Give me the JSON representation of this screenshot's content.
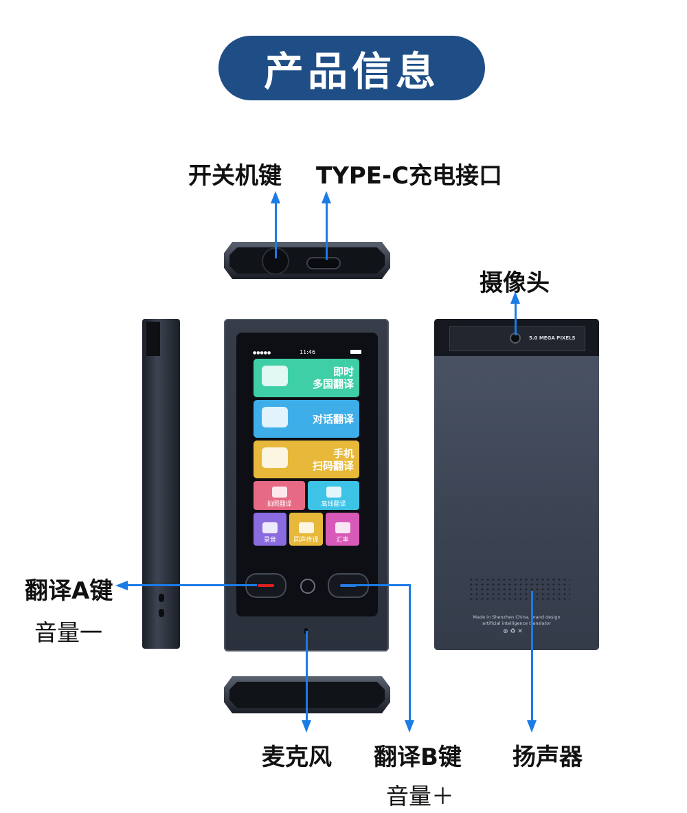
{
  "title": "产品信息",
  "labels": {
    "power_key": "开关机键",
    "typec_port": "TYPE-C充电接口",
    "camera": "摄像头",
    "translate_a": "翻译A键",
    "volume_down": "音量一",
    "microphone": "麦克风",
    "translate_b": "翻译B键",
    "volume_up": "音量＋",
    "speaker": "扬声器"
  },
  "screen": {
    "time": "11:46",
    "signal": "●●●●●",
    "tiles": {
      "instant_1": "即时",
      "instant_2": "多国翻译",
      "dialog": "对话翻译",
      "scan_1": "手机",
      "scan_2": "扫码翻译",
      "photo": "拍照翻译",
      "offline": "离线翻译",
      "record": "录音",
      "simul": "同声传译",
      "rate": "汇率"
    }
  },
  "back": {
    "camera_text": "5.0 MEGA PIXELS",
    "made_in_1": "Made in Shenzhen China, brand design",
    "made_in_2": "artificial intelligence translator"
  },
  "colors": {
    "title_bg": "#1f4e86",
    "arrow": "#1b7ce6",
    "tile_green": "#3fcfa6",
    "tile_blue": "#3eaee9",
    "tile_yellow": "#e7b83a",
    "tile_pink": "#e66a84",
    "tile_cyan": "#3cc3e6",
    "tile_purple": "#8b6be0",
    "tile_magenta": "#d85ab8"
  }
}
